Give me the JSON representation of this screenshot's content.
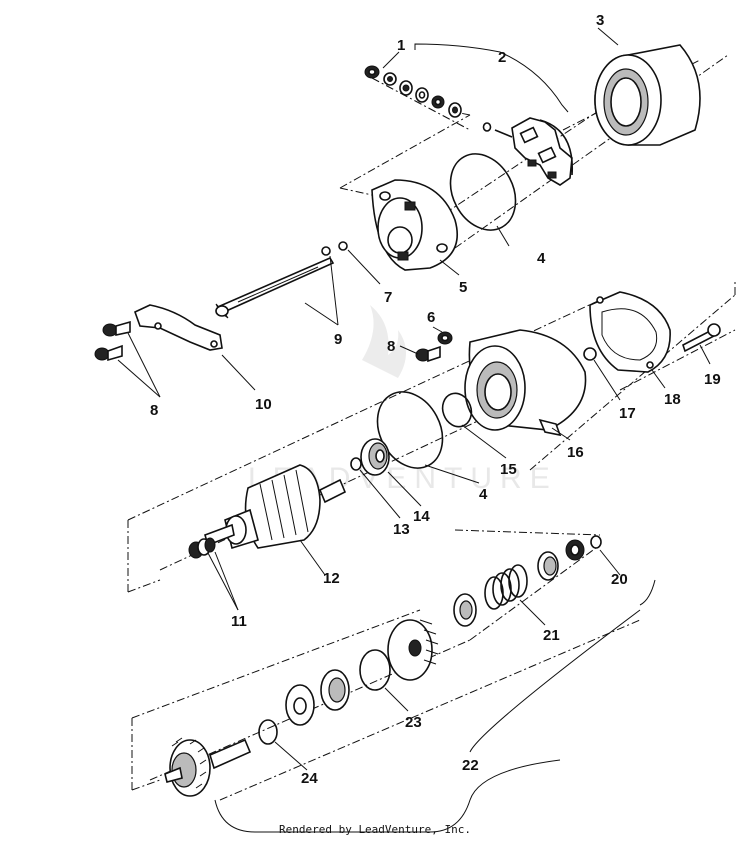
{
  "diagram": {
    "callouts": {
      "c1": "1",
      "c2": "2",
      "c3": "3",
      "c4a": "4",
      "c4b": "4",
      "c5": "5",
      "c6": "6",
      "c7": "7",
      "c8a": "8",
      "c8b": "8",
      "c9": "9",
      "c10": "10",
      "c11": "11",
      "c12": "12",
      "c13": "13",
      "c14": "14",
      "c15": "15",
      "c16": "16",
      "c17": "17",
      "c18": "18",
      "c19": "19",
      "c20": "20",
      "c21": "21",
      "c22": "22",
      "c23": "23",
      "c24": "24"
    },
    "watermark": "LEADVENTURE",
    "footer": "Rendered by LeadVenture, Inc."
  }
}
